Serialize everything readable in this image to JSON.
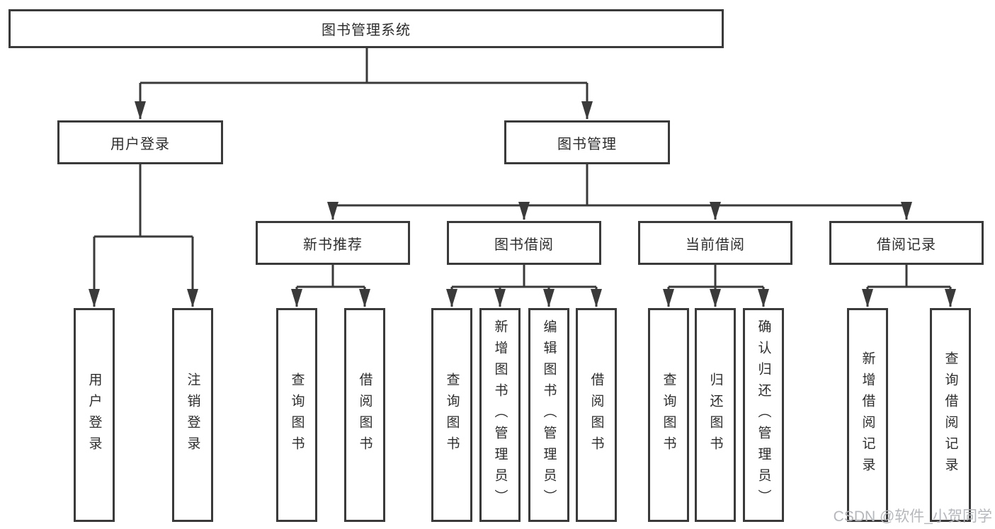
{
  "diagram": {
    "root": "图书管理系统",
    "login": {
      "label": "用户登录",
      "children": [
        "用户登录",
        "注销登录"
      ]
    },
    "management": {
      "label": "图书管理",
      "sections": [
        {
          "label": "新书推荐",
          "children": [
            "查询图书",
            "借阅图书"
          ]
        },
        {
          "label": "图书借阅",
          "children": [
            "查询图书",
            "新增图书（管理员）",
            "编辑图书（管理员）",
            "借阅图书"
          ]
        },
        {
          "label": "当前借阅",
          "children": [
            "查询图书",
            "归还图书",
            "确认归还（管理员）"
          ]
        },
        {
          "label": "借阅记录",
          "children": [
            "新增借阅记录",
            "查询借阅记录"
          ]
        }
      ]
    }
  },
  "watermark": "CSDN @软件_小贺同学",
  "colors": {
    "line": "#3a3a3a",
    "box_border": "#3a3a3a",
    "text": "#2d2d2d",
    "watermark": "#b4b8bd",
    "background": "#ffffff"
  }
}
